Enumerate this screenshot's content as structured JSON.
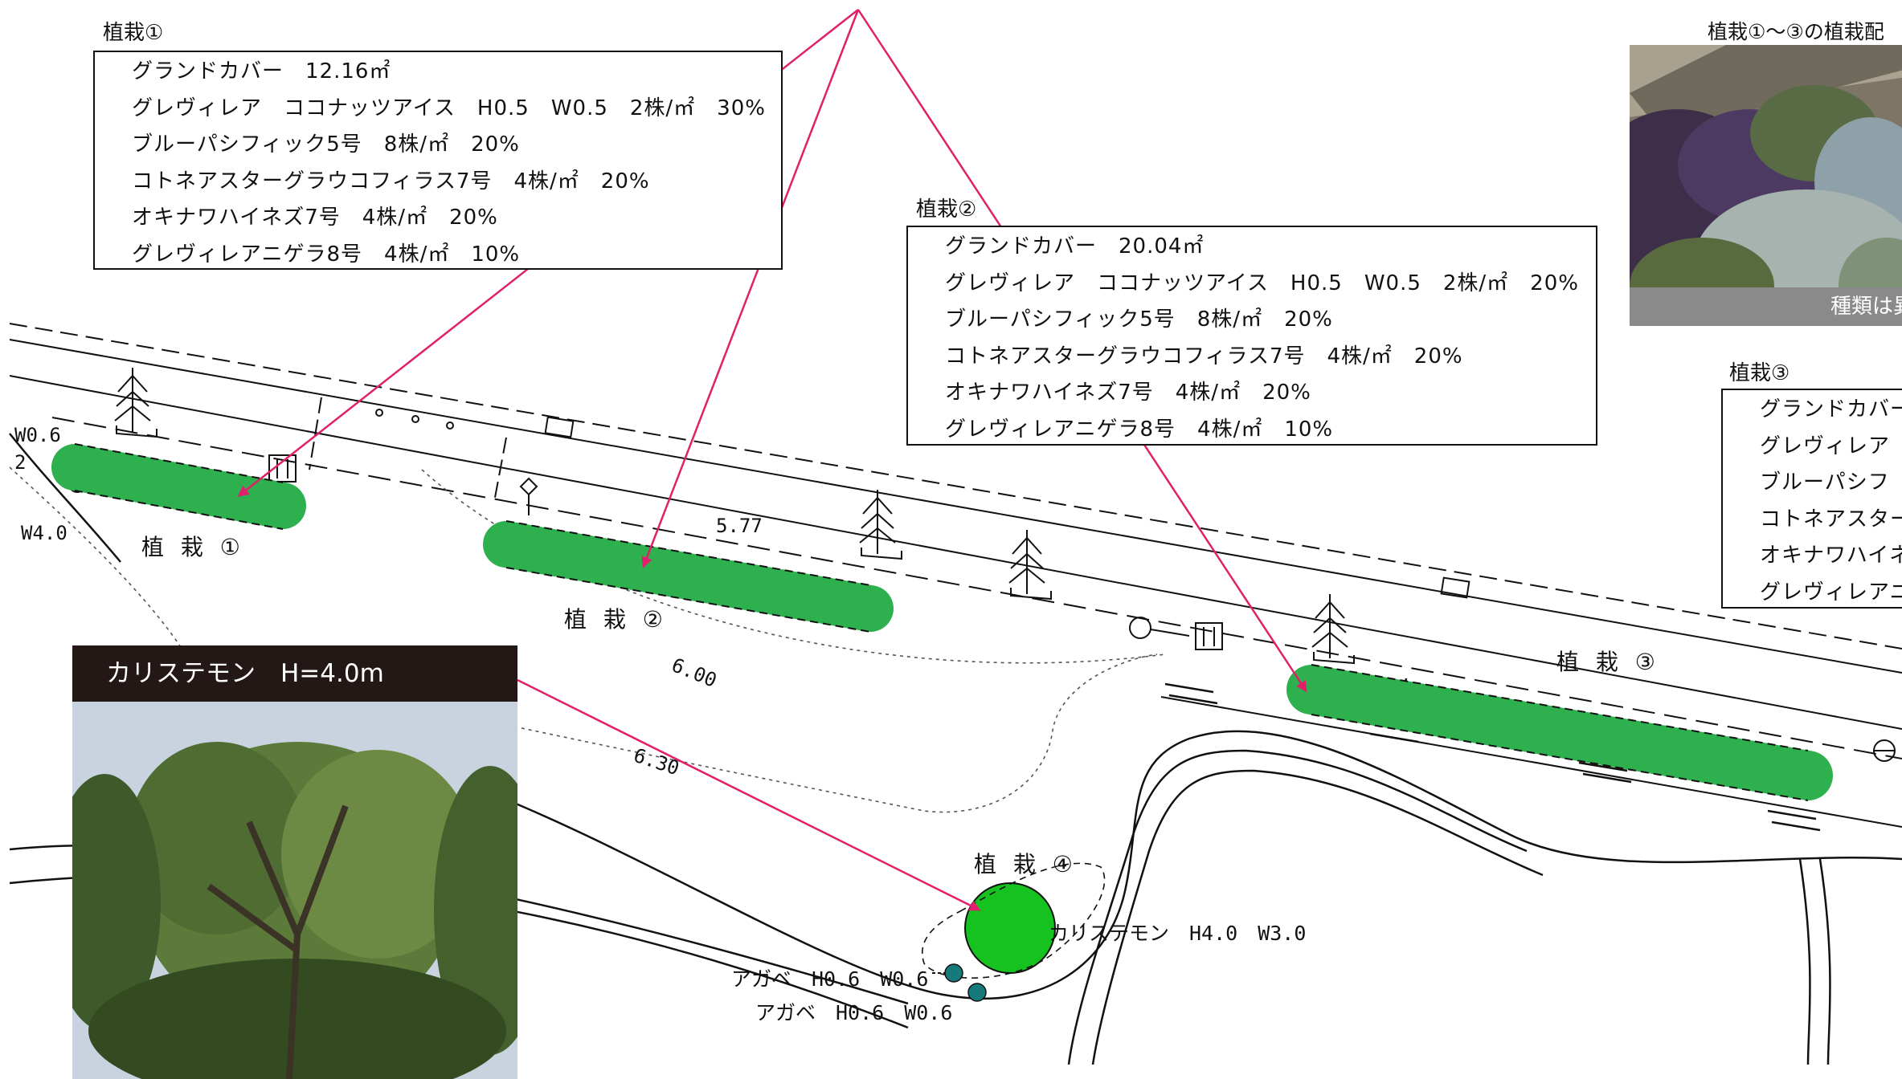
{
  "pointer_color": "#e0206a",
  "bed_color": "#2eb04f",
  "tree_color": "#15c21f",
  "reference_photo": {
    "title": "植栽①〜③の植栽配",
    "caption": "種類は異"
  },
  "planting_1": {
    "title": "植栽①",
    "items": [
      "グランドカバー　12.16㎡",
      "グレヴィレア　ココナッツアイス　H0.5　W0.5　2株/㎡　30%",
      "ブルーパシフィック5号　8株/㎡　20%",
      "コトネアスターグラウコフィラス7号　4株/㎡　20%",
      "オキナワハイネズ7号　4株/㎡　20%",
      "グレヴィレアニゲラ8号　4株/㎡　10%"
    ]
  },
  "planting_2": {
    "title": "植栽②",
    "items": [
      "グランドカバー　20.04㎡",
      "グレヴィレア　ココナッツアイス　H0.5　W0.5　2株/㎡　20%",
      "ブルーパシフィック5号　8株/㎡　20%",
      "コトネアスターグラウコフィラス7号　4株/㎡　20%",
      "オキナワハイネズ7号　4株/㎡　20%",
      "グレヴィレアニゲラ8号　4株/㎡　10%"
    ]
  },
  "planting_3": {
    "title": "植栽③",
    "items": [
      "グランドカバー",
      "グレヴィレア",
      "ブルーパシフ",
      "コトネアスター",
      "オキナワハイネ",
      "グレヴィレアニ"
    ]
  },
  "tree_photo": {
    "title": "カリステモン　H=4.0m"
  },
  "plan": {
    "bed_1_label": "植 栽 ①",
    "bed_2_label": "植 栽 ②",
    "bed_3_label": "植 栽 ③",
    "bed_4_label": "植 栽 ④",
    "dim_577": "5.77",
    "dim_600": "6.00",
    "dim_630": "6.30",
    "w06": "W0.6",
    "w40": "W4.0",
    "two": "2",
    "callistemon_spec": "カリステモン　H4.0　W3.0",
    "agave_1": "アガベ　H0.6　W0.6",
    "agave_2": "アガベ　H0.6　W0.6"
  }
}
